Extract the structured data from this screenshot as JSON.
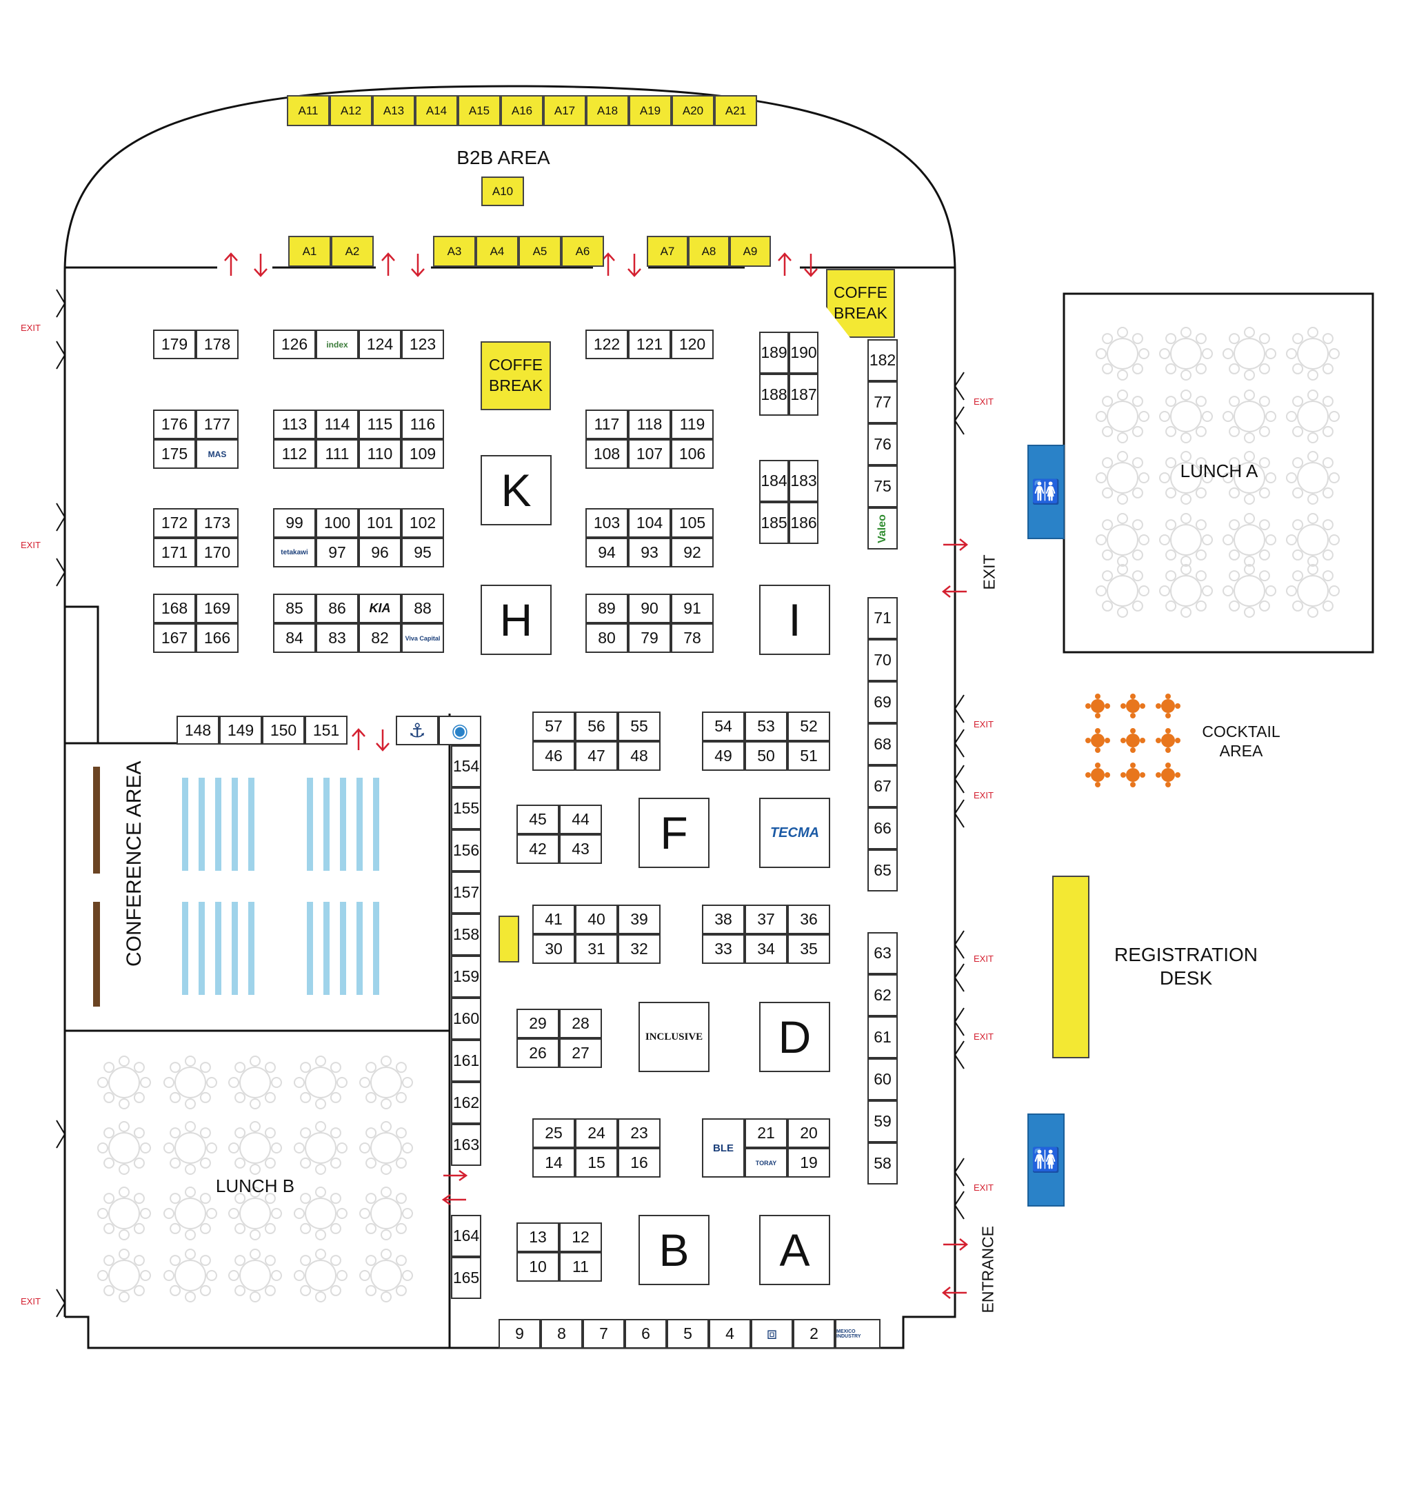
{
  "areas": {
    "b2b": "B2B AREA",
    "coffee_top": "COFFE\nBREAK",
    "coffee_mid": "COFFE\nBREAK",
    "conference": "CONFERENCE AREA",
    "lunch_a": "LUNCH A",
    "lunch_b": "LUNCH B",
    "cocktail": "COCKTAIL\nAREA",
    "registration": "REGISTRATION\nDESK",
    "exit_side": "EXIT",
    "entrance": "ENTRANCE",
    "exit_label": "EXIT"
  },
  "pavilions": {
    "K": "K",
    "H": "H",
    "I": "I",
    "F": "F",
    "D": "D",
    "B": "B",
    "A": "A"
  },
  "sponsor_logos": {
    "tecma": "TECMA",
    "inclusive": "INCLUSIVE",
    "valeo": "Valeo",
    "index": "index",
    "mas": "MAS",
    "tetakawi": "tetakawi",
    "kia": "KIA",
    "viva": "Viva Capital",
    "ble": "BLE",
    "toray": "TORAY",
    "mexico": "MEXICO INDUSTRY"
  },
  "colors": {
    "booth_yellow": "#f3e833",
    "exit_red": "#d42030",
    "restroom_blue": "#2a82c8",
    "cocktail_orange": "#e8761d",
    "conference_bench": "#6b4423",
    "conference_seat": "#9fd3ea"
  },
  "b2b_top": [
    "A11",
    "A12",
    "A13",
    "A14",
    "A15",
    "A16",
    "A17",
    "A18",
    "A19",
    "A20",
    "A21"
  ],
  "b2b_mid": "A10",
  "b2b_low": [
    "A1",
    "A2",
    "A3",
    "A4",
    "A5",
    "A6",
    "A7",
    "A8",
    "A9"
  ],
  "booths": {
    "b179": "179",
    "b178": "178",
    "b126": "126",
    "b124": "124",
    "b123": "123",
    "b122": "122",
    "b121": "121",
    "b120": "120",
    "b189": "189",
    "b190": "190",
    "b188": "188",
    "b187": "187",
    "b182": "182",
    "b77": "77",
    "b76": "76",
    "b75": "75",
    "b176": "176",
    "b177": "177",
    "b175": "175",
    "b113": "113",
    "b114": "114",
    "b115": "115",
    "b116": "116",
    "b112": "112",
    "b111": "111",
    "b110": "110",
    "b109": "109",
    "b117": "117",
    "b118": "118",
    "b119": "119",
    "b108": "108",
    "b107": "107",
    "b106": "106",
    "b184": "184",
    "b183": "183",
    "b185": "185",
    "b186": "186",
    "b172": "172",
    "b173": "173",
    "b171": "171",
    "b170": "170",
    "b99": "99",
    "b100": "100",
    "b101": "101",
    "b102": "102",
    "b97": "97",
    "b96": "96",
    "b95": "95",
    "b103": "103",
    "b104": "104",
    "b105": "105",
    "b94": "94",
    "b93": "93",
    "b92": "92",
    "b168": "168",
    "b169": "169",
    "b167": "167",
    "b166": "166",
    "b85": "85",
    "b86": "86",
    "b88": "88",
    "b84": "84",
    "b83": "83",
    "b82": "82",
    "b89": "89",
    "b90": "90",
    "b91": "91",
    "b80": "80",
    "b79": "79",
    "b78": "78",
    "b71": "71",
    "b70": "70",
    "b69": "69",
    "b68": "68",
    "b67": "67",
    "b66": "66",
    "b65": "65",
    "b148": "148",
    "b149": "149",
    "b150": "150",
    "b151": "151",
    "b154": "154",
    "b155": "155",
    "b156": "156",
    "b157": "157",
    "b158": "158",
    "b159": "159",
    "b160": "160",
    "b161": "161",
    "b162": "162",
    "b163": "163",
    "b164": "164",
    "b165": "165",
    "b57": "57",
    "b56": "56",
    "b55": "55",
    "b46": "46",
    "b47": "47",
    "b48": "48",
    "b54": "54",
    "b53": "53",
    "b52": "52",
    "b49": "49",
    "b50": "50",
    "b51": "51",
    "b45": "45",
    "b44": "44",
    "b42": "42",
    "b43": "43",
    "b41": "41",
    "b40": "40",
    "b39": "39",
    "b30": "30",
    "b31": "31",
    "b32": "32",
    "b38": "38",
    "b37": "37",
    "b36": "36",
    "b33": "33",
    "b34": "34",
    "b35": "35",
    "b63": "63",
    "b62": "62",
    "b61": "61",
    "b60": "60",
    "b59": "59",
    "b58": "58",
    "b29": "29",
    "b28": "28",
    "b26": "26",
    "b27": "27",
    "b25": "25",
    "b24": "24",
    "b23": "23",
    "b14": "14",
    "b15": "15",
    "b16": "16",
    "b21": "21",
    "b20": "20",
    "b19": "19",
    "b13": "13",
    "b12": "12",
    "b10": "10",
    "b11": "11",
    "b9": "9",
    "b8": "8",
    "b7": "7",
    "b6": "6",
    "b5": "5",
    "b4": "4",
    "b2": "2"
  }
}
